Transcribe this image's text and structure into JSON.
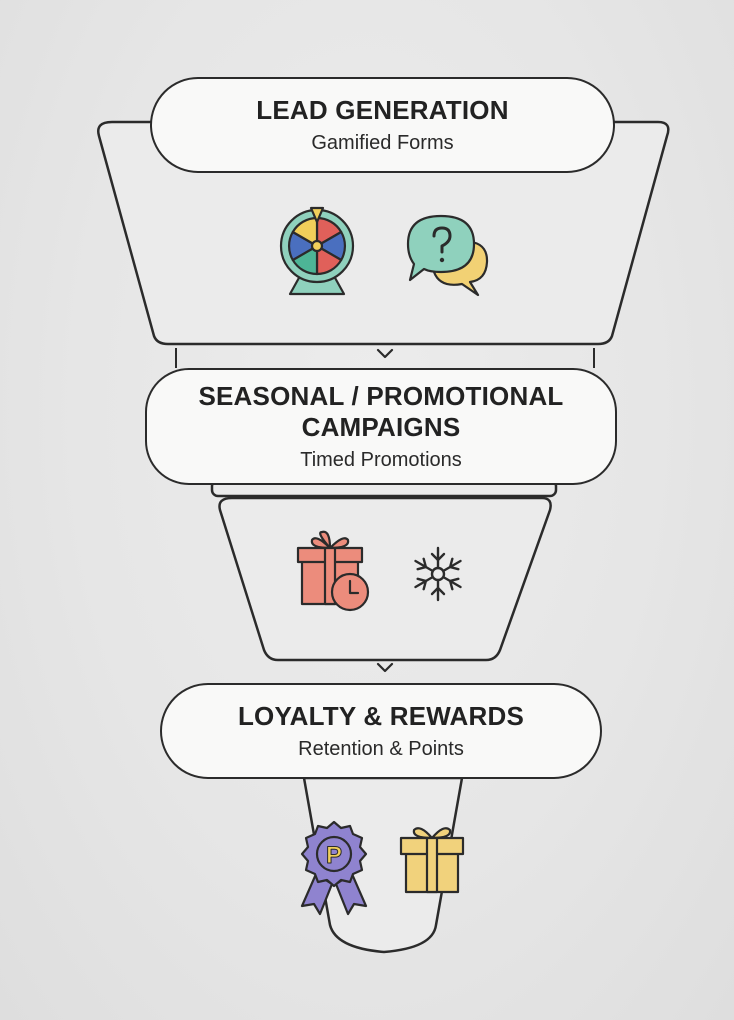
{
  "stages": [
    {
      "title": "LEAD GENERATION",
      "subtitle": "Gamified Forms",
      "icons": [
        "prize-wheel-icon",
        "question-chat-bubbles-icon"
      ]
    },
    {
      "title": "SEASONAL / PROMOTIONAL\nCAMPAIGNS",
      "subtitle": "Timed Promotions",
      "icons": [
        "gift-box-clock-icon",
        "snowflake-icon"
      ]
    },
    {
      "title": "LOYALTY & REWARDS",
      "subtitle": "Retention & Points",
      "icons": [
        "points-badge-ribbon-icon",
        "gift-box-icon"
      ]
    }
  ],
  "badge_letter": "P",
  "colors": {
    "outline": "#2b2b2b",
    "funnel_fill": "#ebebeb",
    "pill_fill": "#f9f9f8",
    "wheel_red": "#e0605a",
    "wheel_blue": "#4a6fbf",
    "wheel_yellow": "#f1cf5a",
    "wheel_green": "#4db596",
    "teal": "#8fd1bd",
    "yellow": "#f2d174",
    "salmon": "#ec8c7c",
    "purple": "#8f83cf",
    "gift_yellow": "#f1d27c"
  }
}
